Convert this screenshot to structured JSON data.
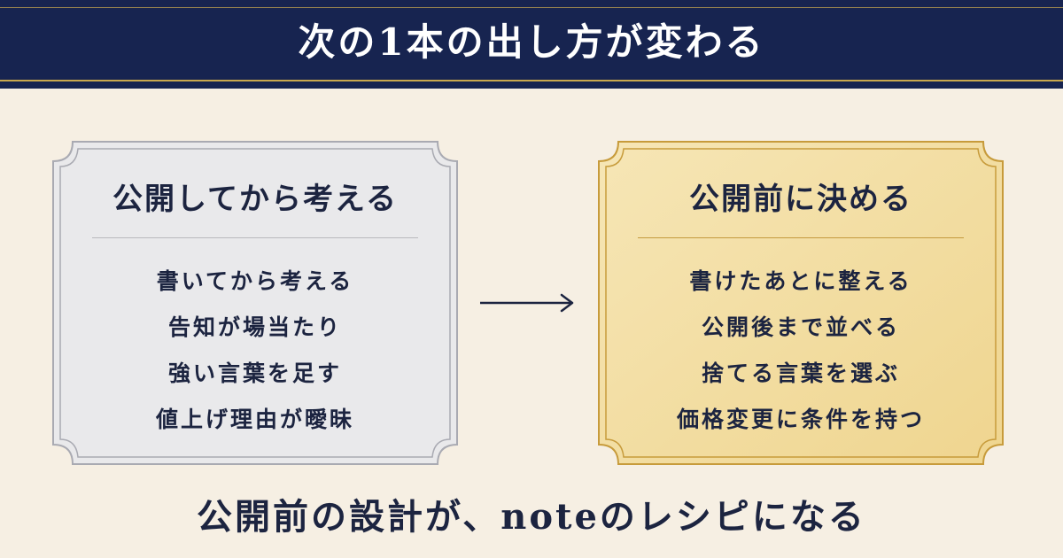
{
  "banner": {
    "title": "次の1本の出し方が変わる"
  },
  "left_card": {
    "title": "公開してから考える",
    "items": [
      "書いてから考える",
      "告知が場当たり",
      "強い言葉を足す",
      "値上げ理由が曖昧"
    ]
  },
  "right_card": {
    "title": "公開前に決める",
    "items": [
      "書けたあとに整える",
      "公開後まで並べる",
      "捨てる言葉を選ぶ",
      "価格変更に条件を持つ"
    ]
  },
  "arrow": {
    "icon": "arrow-right-icon"
  },
  "footer": {
    "text": "公開前の設計が、noteのレシピになる"
  },
  "colors": {
    "navy": "#172450",
    "gold": "#c9a84e",
    "left_card_fill": "#e9e9eb",
    "right_card_fill": "#f3dea2",
    "background": "#f6efe3"
  }
}
